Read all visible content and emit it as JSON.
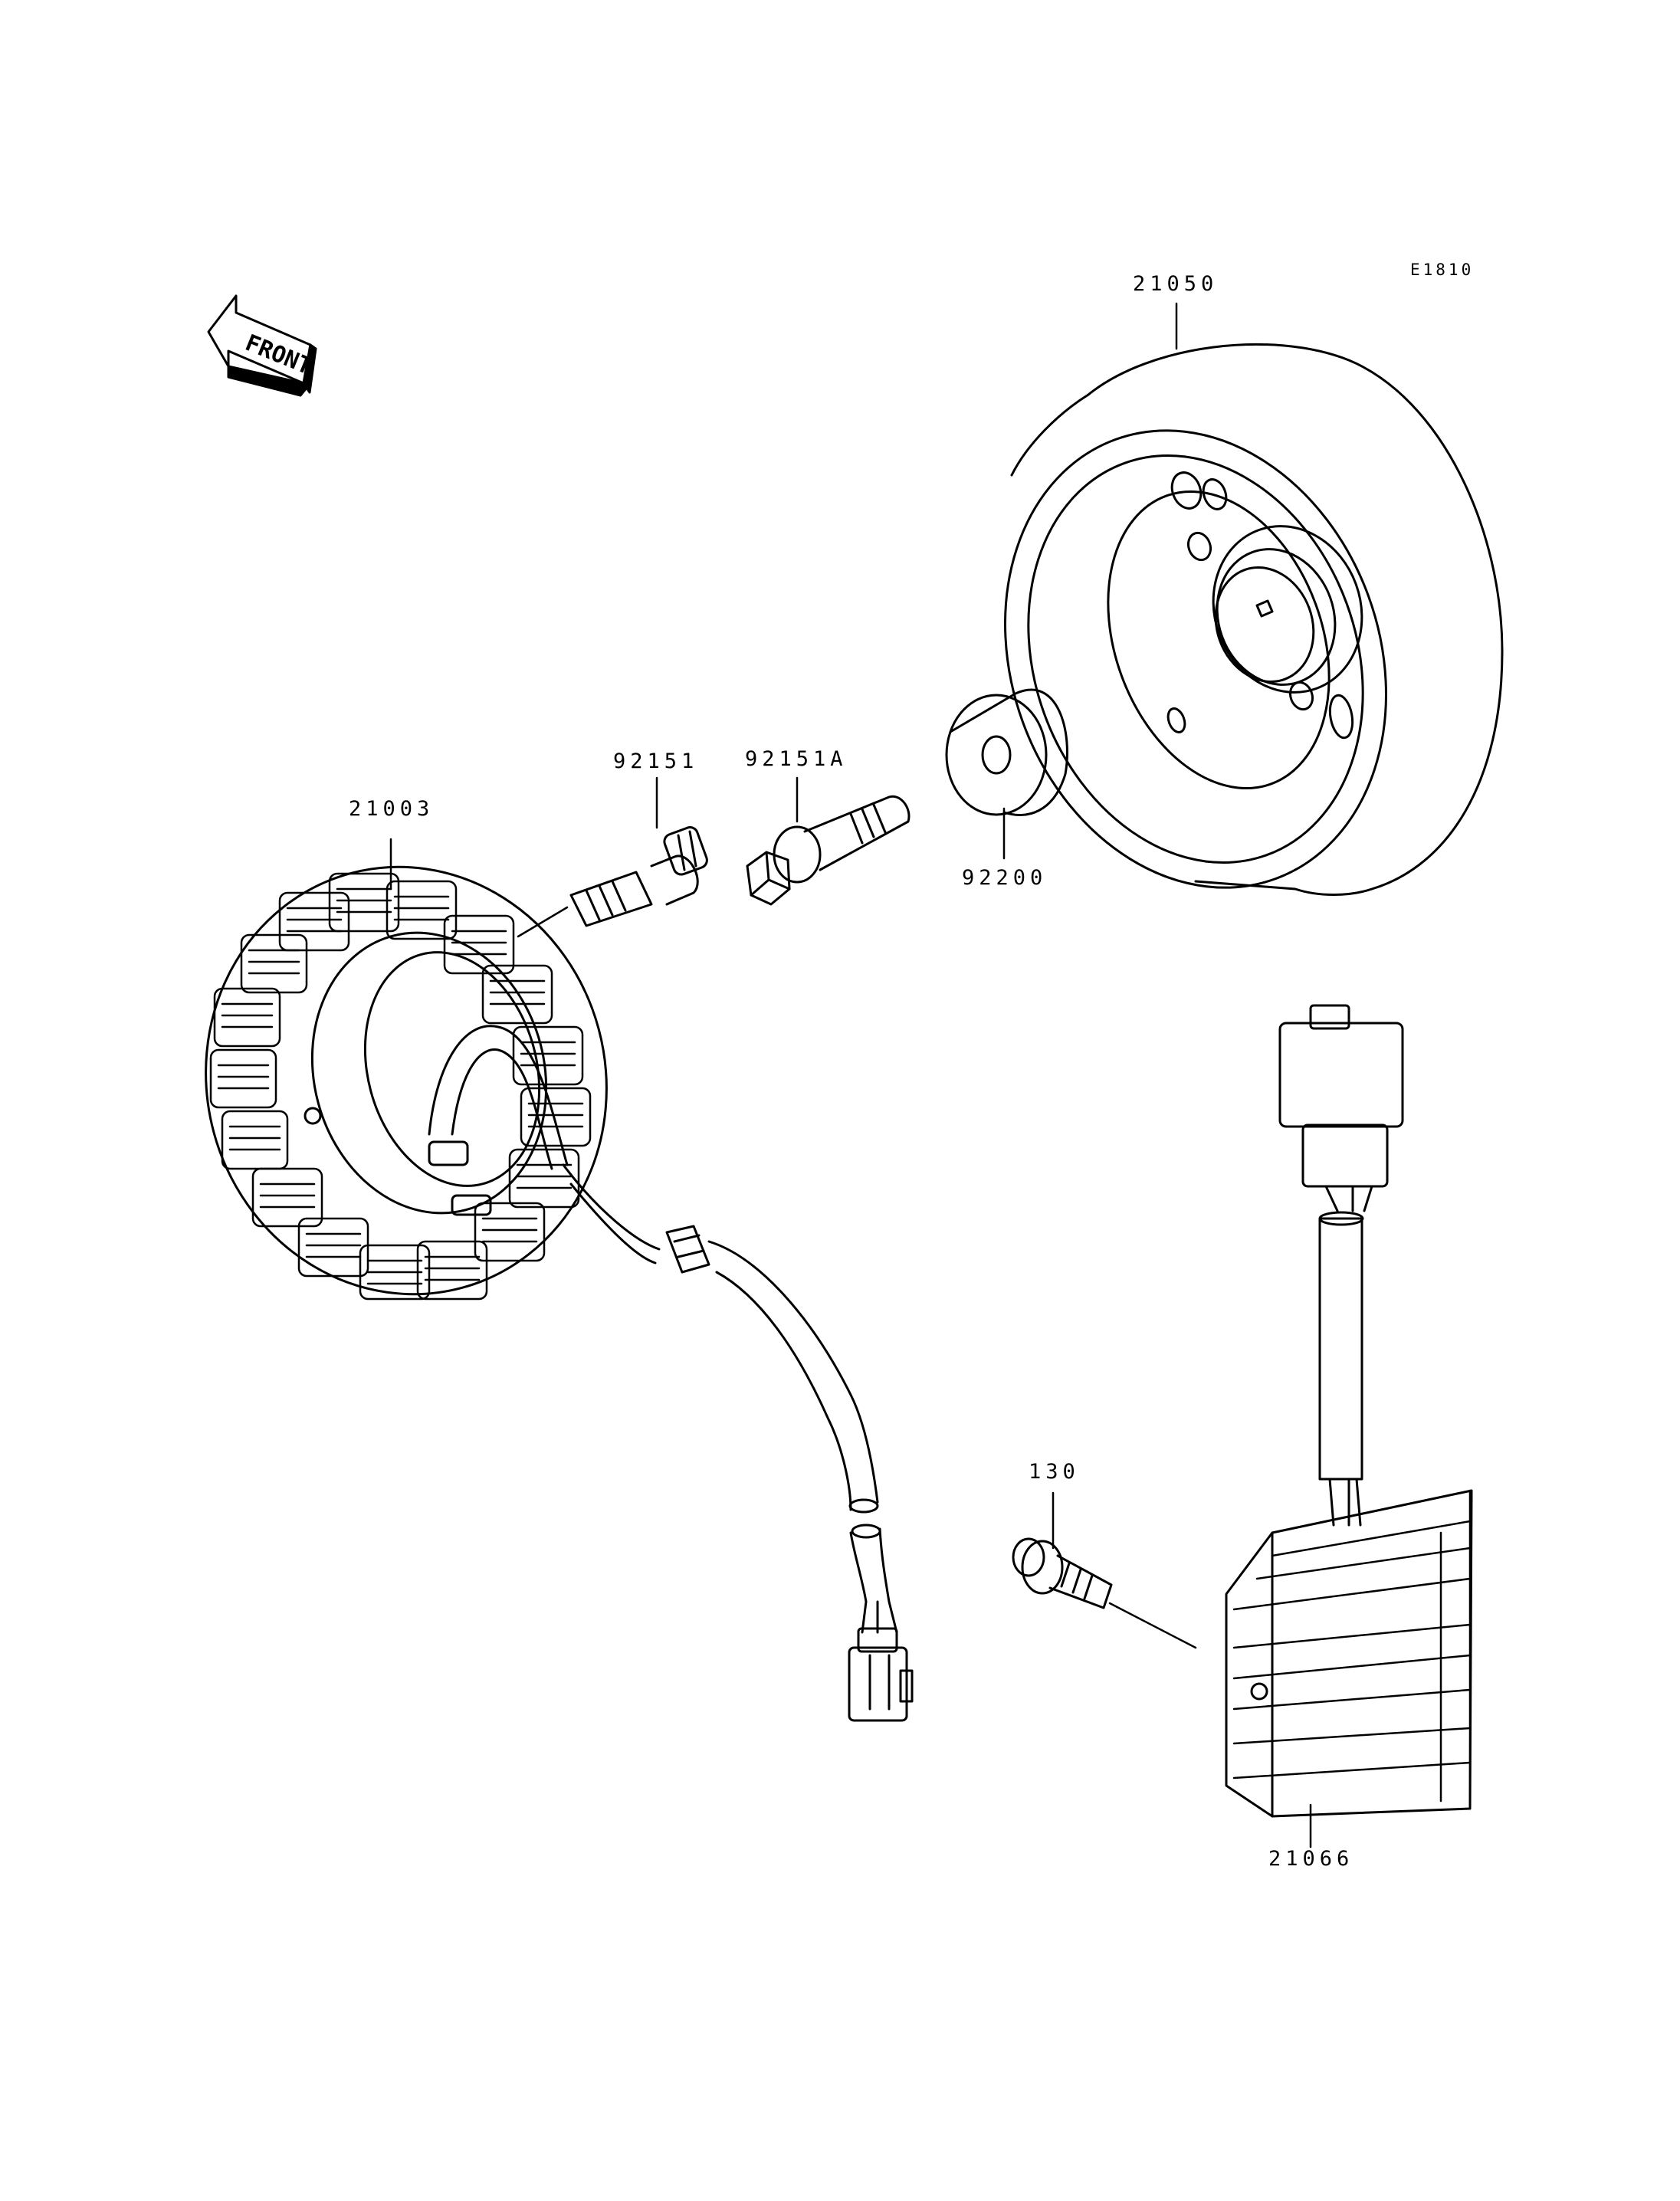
{
  "diagram": {
    "code": "E1810",
    "front_label": "FRONT",
    "parts": [
      {
        "id": "flywheel",
        "number": "21050"
      },
      {
        "id": "stator",
        "number": "21003"
      },
      {
        "id": "bolt",
        "number": "92151"
      },
      {
        "id": "bolt-a",
        "number": "92151A"
      },
      {
        "id": "collar",
        "number": "92200"
      },
      {
        "id": "flange-bolt",
        "number": "130"
      },
      {
        "id": "regulator",
        "number": "21066"
      }
    ]
  }
}
